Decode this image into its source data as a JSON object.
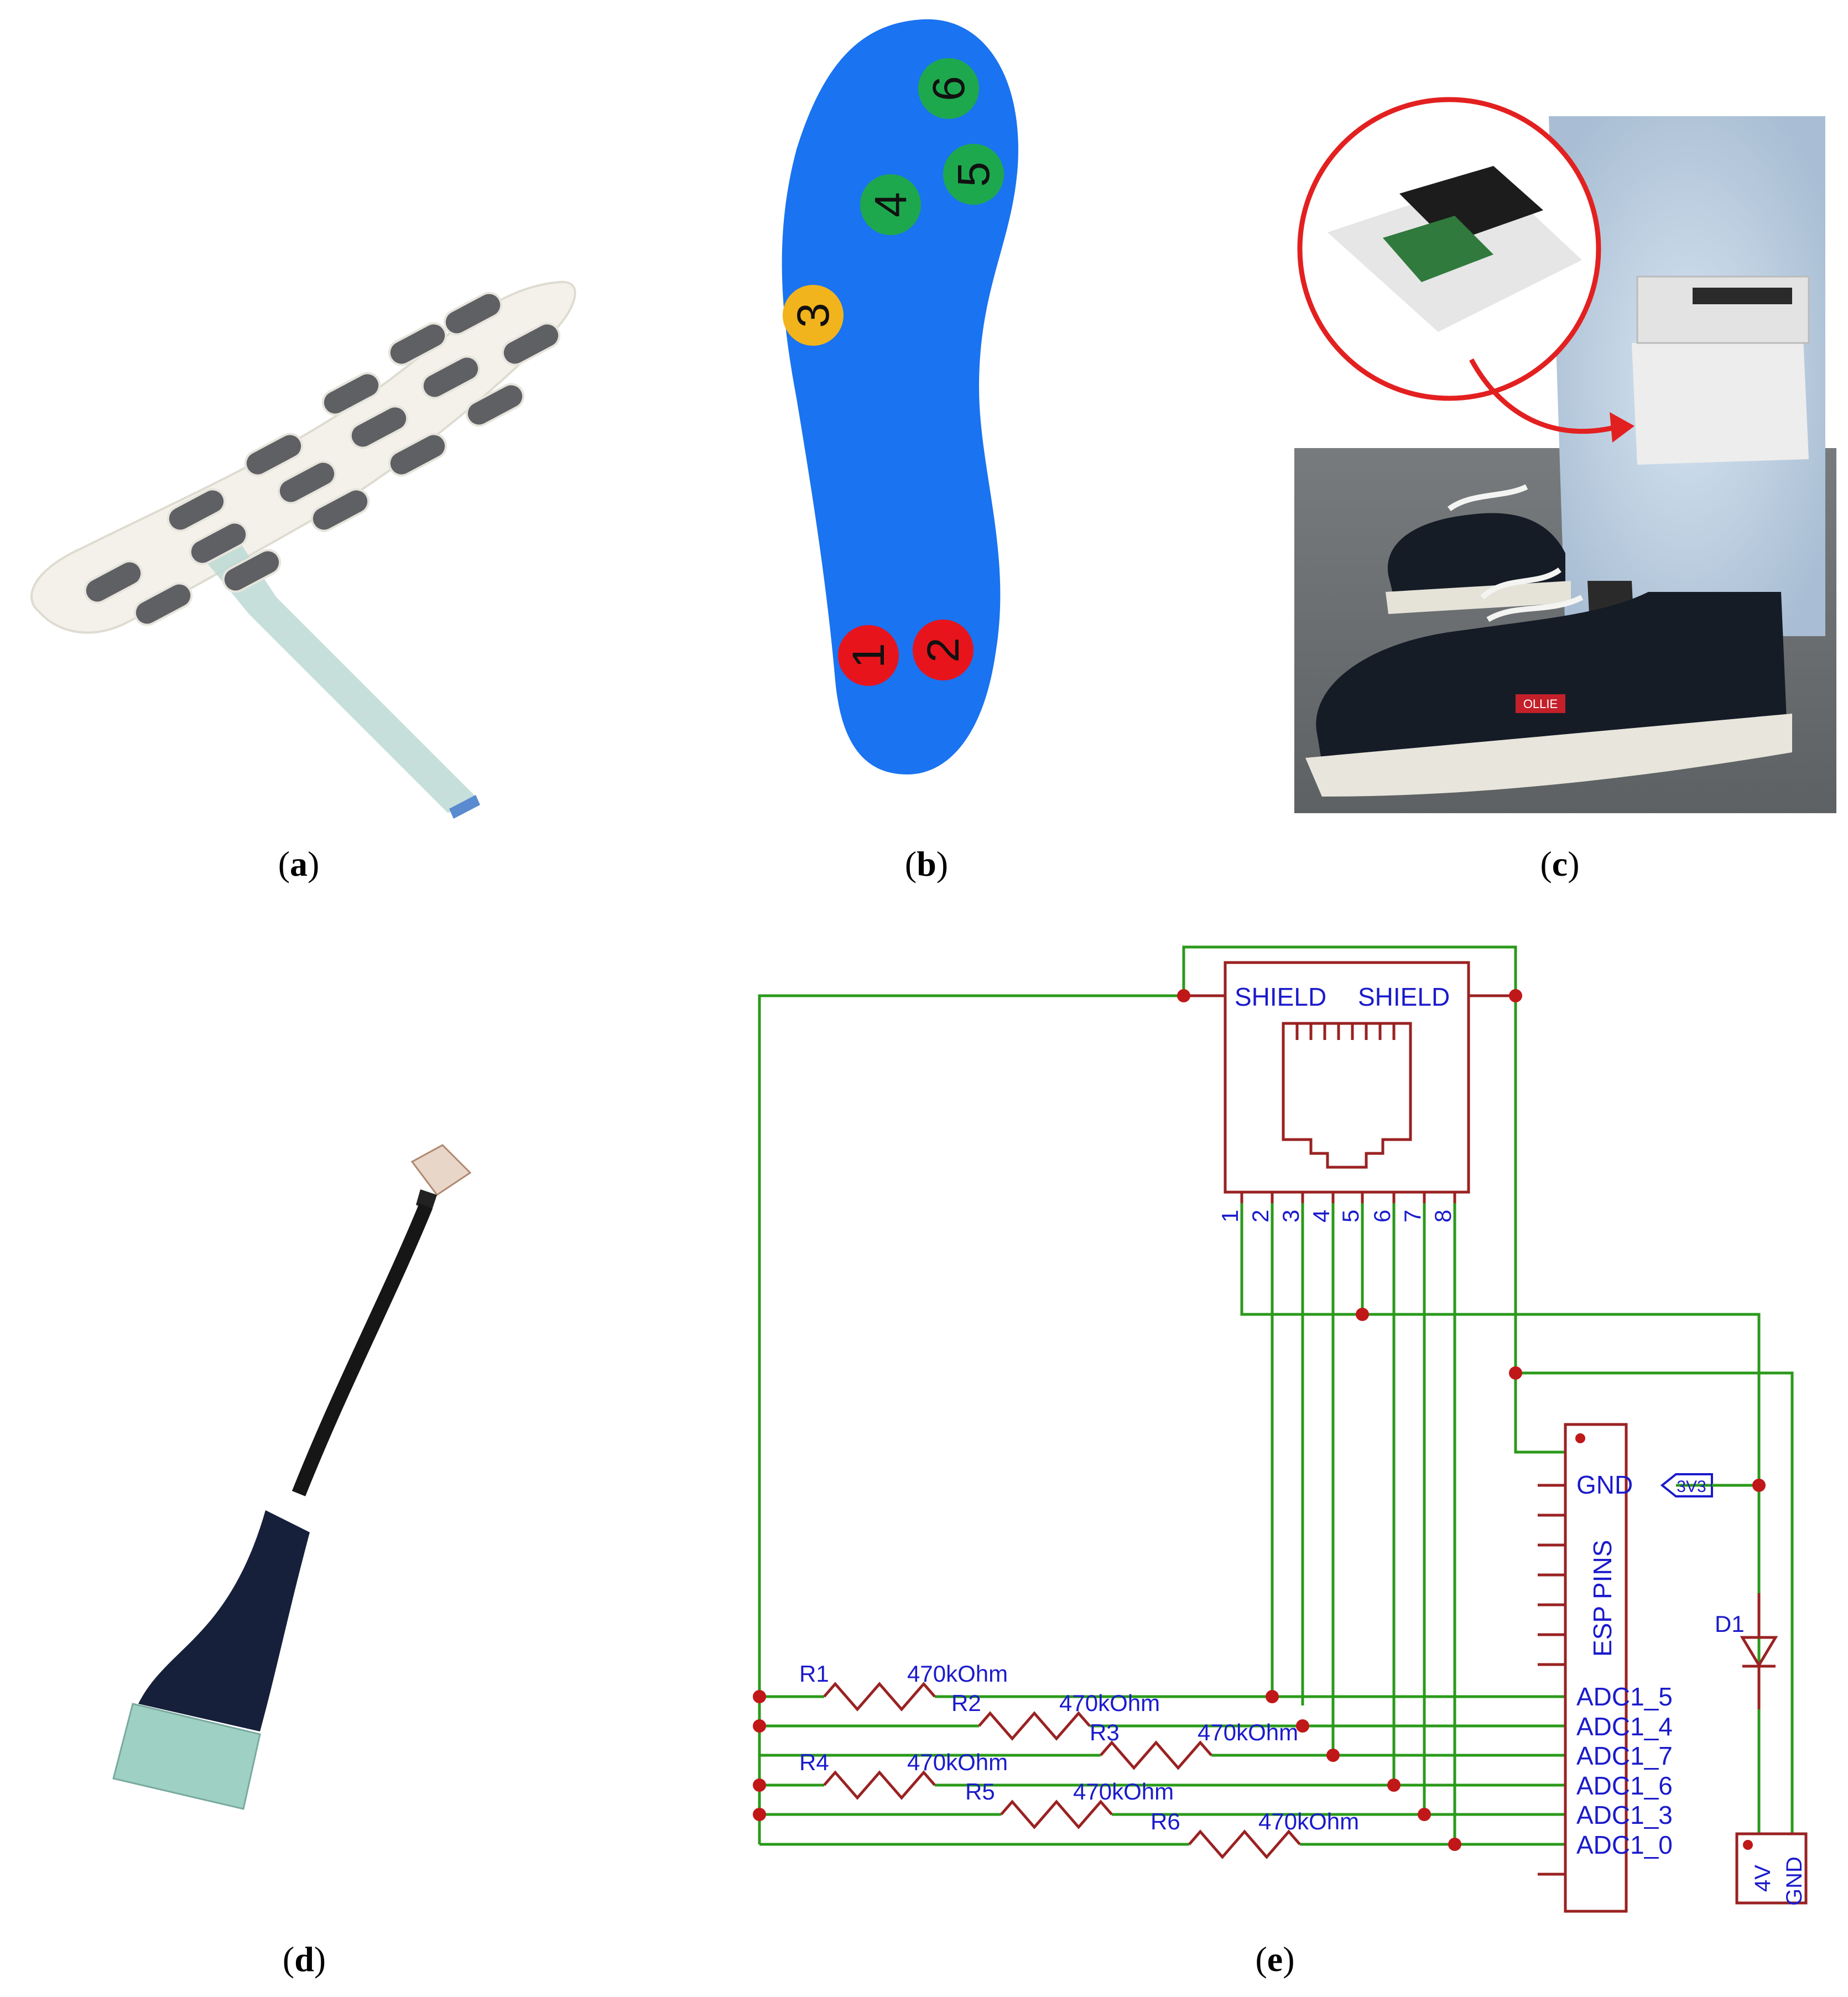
{
  "captions": {
    "a": {
      "open": "(",
      "letter": "a",
      "close": ")"
    },
    "b": {
      "open": "(",
      "letter": "b",
      "close": ")"
    },
    "c": {
      "open": "(",
      "letter": "c",
      "close": ")"
    },
    "d": {
      "open": "(",
      "letter": "d",
      "close": ")"
    },
    "e": {
      "open": "(",
      "letter": "e",
      "close": ")"
    }
  },
  "insole_sensors": [
    {
      "label": "1",
      "color": "#e8141c"
    },
    {
      "label": "2",
      "color": "#e8141c"
    },
    {
      "label": "3",
      "color": "#f2b41c"
    },
    {
      "label": "4",
      "color": "#1ea84e"
    },
    {
      "label": "5",
      "color": "#1ea84e"
    },
    {
      "label": "6",
      "color": "#1ea84e"
    }
  ],
  "shoe_badge": "OLLIE",
  "schematic": {
    "shield_left": "SHIELD",
    "shield_right": "SHIELD",
    "pins": [
      "1",
      "2",
      "3",
      "4",
      "5",
      "6",
      "7",
      "8"
    ],
    "esp_title": "ESP PINS",
    "gnd": "GND",
    "supply": "3V3",
    "diode": "D1",
    "battery_pos": "4V",
    "battery_neg": "GND",
    "resistors": [
      {
        "name": "R1",
        "value": "470kOhm",
        "adc": "ADC1_5"
      },
      {
        "name": "R2",
        "value": "470kOhm",
        "adc": "ADC1_4"
      },
      {
        "name": "R3",
        "value": "470kOhm",
        "adc": "ADC1_7"
      },
      {
        "name": "R4",
        "value": "470kOhm",
        "adc": "ADC1_6"
      },
      {
        "name": "R5",
        "value": "470kOhm",
        "adc": "ADC1_3"
      },
      {
        "name": "R6",
        "value": "470kOhm",
        "adc": "ADC1_0"
      }
    ]
  },
  "colors": {
    "wire": "#2a9a1a",
    "symbol": "#9a2222",
    "label": "#1a1acc",
    "insole": "#1a73f0"
  }
}
